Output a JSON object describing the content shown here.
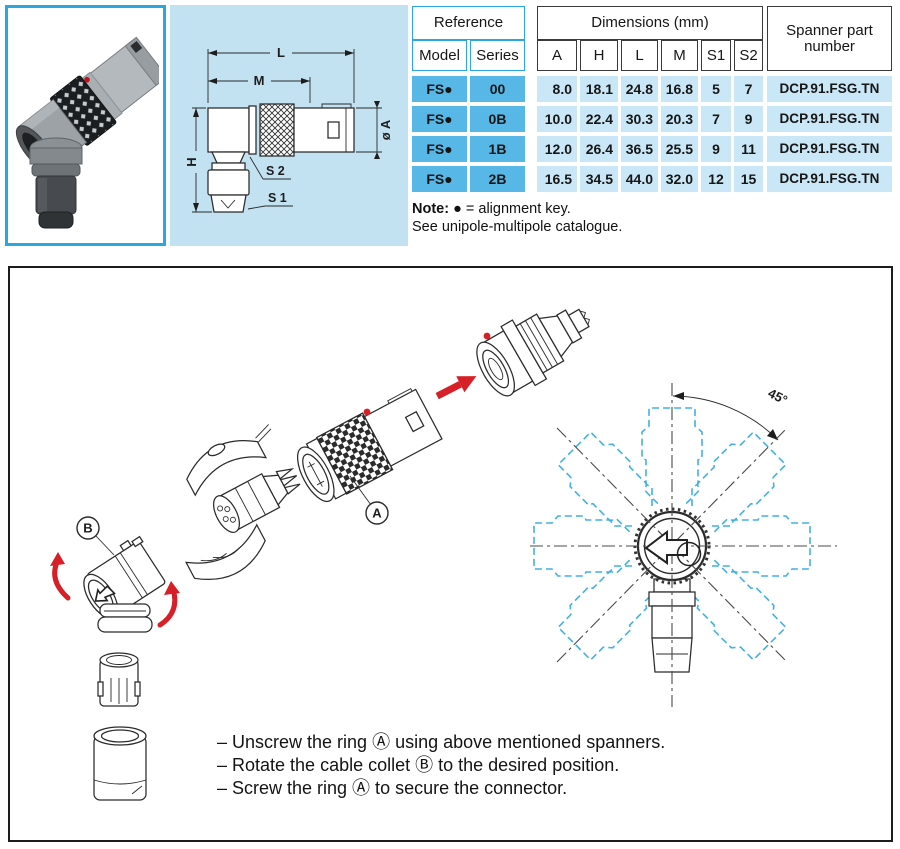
{
  "colors": {
    "accent_cyan": "#2ba7e0",
    "table_cell_blue": "#57b7e6",
    "table_cell_light": "#cae7f7",
    "drawing_panel_blue": "#c2e1f1",
    "ghost_outline_cyan": "#41b1e6",
    "arrow_red": "#d61f26"
  },
  "table": {
    "reference_label": "Reference",
    "model_label": "Model",
    "series_label": "Series",
    "dimensions_label": "Dimensions (mm)",
    "dim_columns": [
      "A",
      "H",
      "L",
      "M",
      "S1",
      "S2"
    ],
    "spanner_label": "Spanner part number",
    "rows": [
      {
        "model": "FS●",
        "series": "00",
        "a": "8.0",
        "h": "18.1",
        "l": "24.8",
        "m": "16.8",
        "s1": "5",
        "s2": "7",
        "spanner": "DCP.91.FSG.TN"
      },
      {
        "model": "FS●",
        "series": "0B",
        "a": "10.0",
        "h": "22.4",
        "l": "30.3",
        "m": "20.3",
        "s1": "7",
        "s2": "9",
        "spanner": "DCP.91.FSG.TN"
      },
      {
        "model": "FS●",
        "series": "1B",
        "a": "12.0",
        "h": "26.4",
        "l": "36.5",
        "m": "25.5",
        "s1": "9",
        "s2": "11",
        "spanner": "DCP.91.FSG.TN"
      },
      {
        "model": "FS●",
        "series": "2B",
        "a": "16.5",
        "h": "34.5",
        "l": "44.0",
        "m": "32.0",
        "s1": "12",
        "s2": "15",
        "spanner": "DCP.91.FSG.TN"
      }
    ]
  },
  "note": {
    "label": "Note:",
    "text1": " ● = alignment key.",
    "text2": "See unipole-multipole catalogue."
  },
  "dimension_drawing": {
    "labels": {
      "l": "L",
      "m": "M",
      "h": "H",
      "dia": "ø A",
      "s2": "S 2",
      "s1": "S 1"
    }
  },
  "assembly": {
    "part_a_label": "A",
    "part_b_label": "B",
    "angle_label": "45°",
    "instructions": [
      "– Unscrew the ring Ⓐ using above mentioned spanners.",
      "– Rotate the cable collet Ⓑ to the desired position.",
      "– Screw the ring Ⓐ to secure the connector."
    ]
  }
}
